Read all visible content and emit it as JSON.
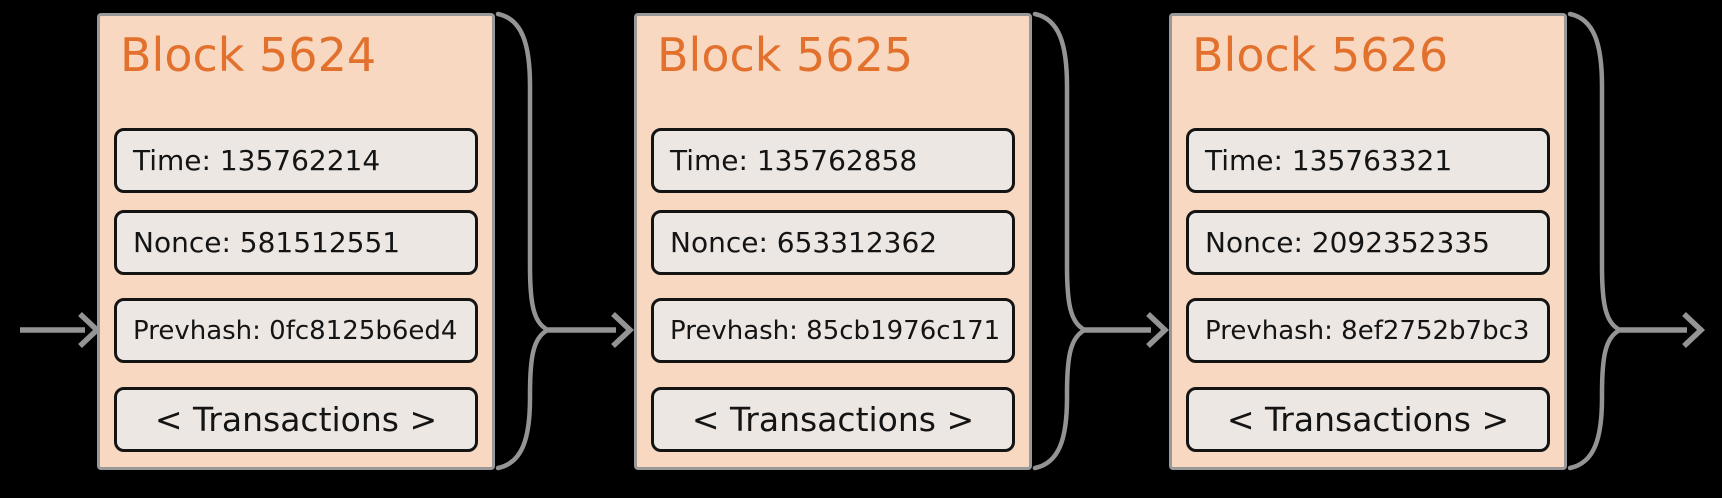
{
  "diagram": {
    "type": "blockchain-chain",
    "background_color": "#000000",
    "connector_color": "#949494",
    "block_style": {
      "fill": "#f9d8c1",
      "border": "#999999",
      "title_color": "#e2712e",
      "field_fill": "#ede7e3",
      "field_border": "#141414"
    },
    "blocks": [
      {
        "title": "Block 5624",
        "time": "Time: 135762214",
        "nonce": "Nonce: 581512551",
        "prevhash": "Prevhash: 0fc8125b6ed4",
        "transactions": "< Transactions >"
      },
      {
        "title": "Block 5625",
        "time": "Time: 135762858",
        "nonce": "Nonce: 653312362",
        "prevhash": "Prevhash: 85cb1976c171",
        "transactions": "< Transactions >"
      },
      {
        "title": "Block 5626",
        "time": "Time: 135763321",
        "nonce": "Nonce: 2092352335",
        "prevhash": "Prevhash: 8ef2752b7bc3",
        "transactions": "< Transactions >"
      }
    ]
  }
}
